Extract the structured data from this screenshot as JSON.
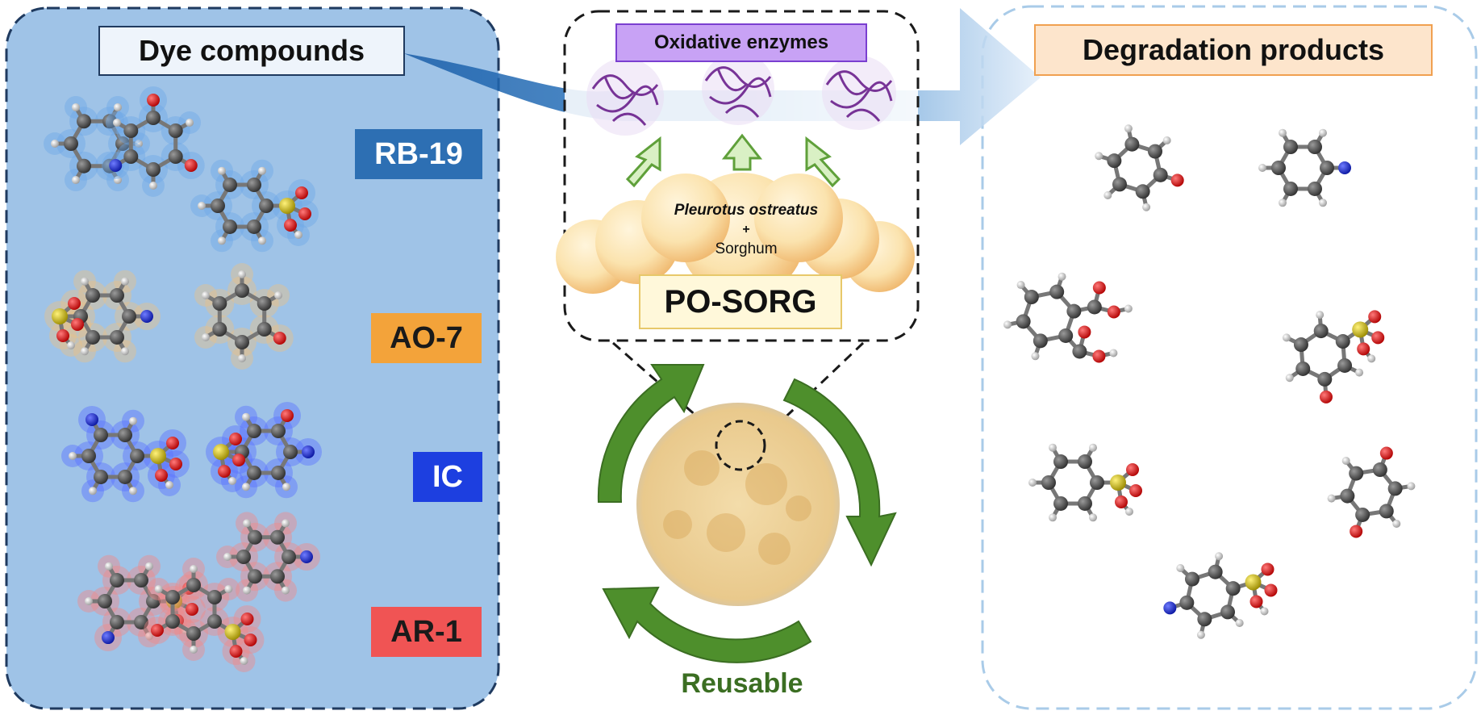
{
  "labels": {
    "dye_compounds": "Dye compounds",
    "oxidative_enzymes": "Oxidative enzymes",
    "degradation_products": "Degradation products",
    "pleurotus": "Pleurotus ostreatus",
    "plus": "+",
    "sorghum": "Sorghum",
    "po_sorg": "PO-SORG",
    "reusable": "Reusable"
  },
  "dyes": [
    "RB-19",
    "AO-7",
    "IC",
    "AR-1"
  ],
  "colors": {
    "dye_panel": "#9fc3e7",
    "dye_panel_border": "#1f3a5f",
    "rb19": "#2d6fb3",
    "ao7": "#f3a33a",
    "ic": "#1d3fe0",
    "ar1": "#f05454",
    "enzyme_box": "#c8a2f5",
    "products_border": "#a9cbe8",
    "cycle_arrow": "#4e8f2c",
    "atom_carbon": "#555555",
    "atom_oxygen": "#e01818",
    "atom_nitrogen": "#1a2fd6",
    "atom_sulfur": "#c9b92a",
    "atom_hydrogen": "#dddddd"
  }
}
